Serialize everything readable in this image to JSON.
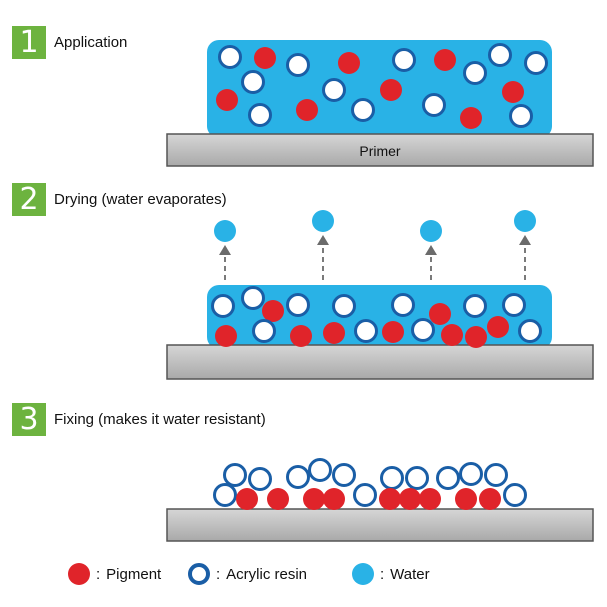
{
  "steps": [
    {
      "number": "1",
      "label": "Application"
    },
    {
      "number": "2",
      "label": "Drying (water evaporates)"
    },
    {
      "number": "3",
      "label": "Fixing (makes it water resistant)"
    }
  ],
  "primer_label": "Primer",
  "legend": {
    "separator": ":",
    "pigment": "Pigment",
    "resin": "Acrylic resin",
    "water": "Water"
  },
  "colors": {
    "water": "#29b2e6",
    "pigment": "#e0242a",
    "resin_outline": "#1a5ea6",
    "step_badge": "#6db33f",
    "primer": "#bfbebe"
  }
}
